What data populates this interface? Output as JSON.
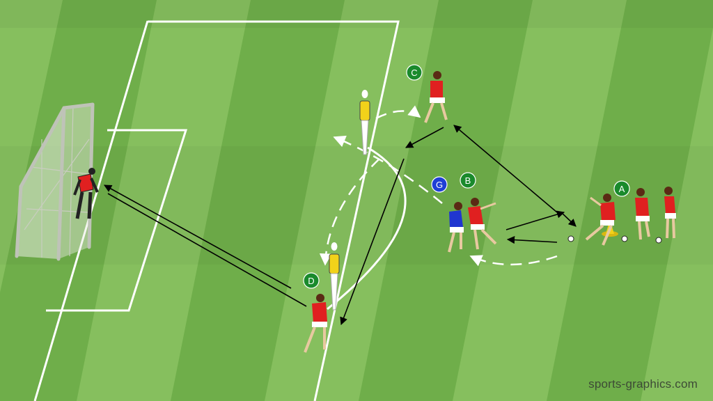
{
  "markers": [
    {
      "id": "A",
      "label": "A",
      "color": "#1a8a2c"
    },
    {
      "id": "B",
      "label": "B",
      "color": "#1a8a2c"
    },
    {
      "id": "C",
      "label": "C",
      "color": "#1a8a2c"
    },
    {
      "id": "D",
      "label": "D",
      "color": "#1a8a2c"
    },
    {
      "id": "G",
      "label": "G",
      "color": "#1f3fd6"
    }
  ],
  "watermark": "sports-graphics.com",
  "colors": {
    "grass_light": "#86bf5e",
    "grass_dark": "#6fae4a",
    "lines": "#ffffff",
    "shirt_team": "#e02020",
    "shirt_defender": "#2036d0",
    "mannequin": "#f2d21a",
    "cone": "#f2d21a"
  }
}
